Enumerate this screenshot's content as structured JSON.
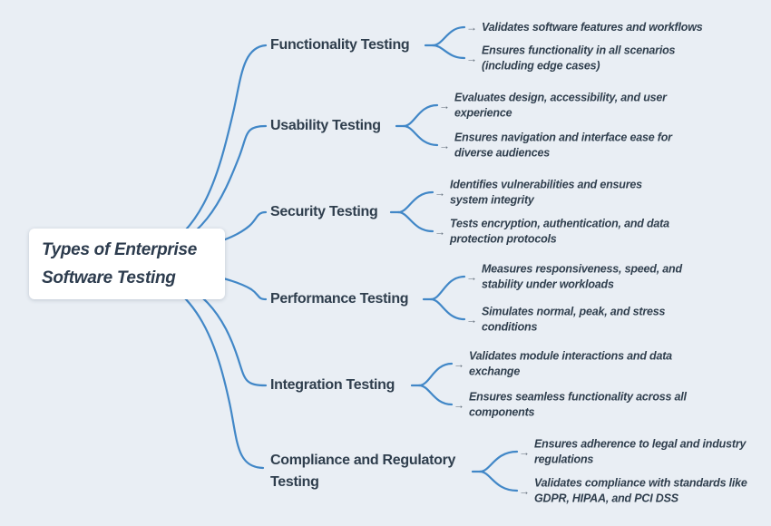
{
  "colors": {
    "background": "#e9eef4",
    "connector_line": "#4187c7",
    "text": "#2f3e4d",
    "arrow": "#5f6b78",
    "root_node_background": "#ffffff"
  },
  "icons": {
    "child_arrow": "→"
  },
  "root": {
    "title": "Types of Enterprise Software Testing"
  },
  "branches": [
    {
      "label": "Functionality Testing",
      "children": [
        {
          "text": "Validates software features and workflows"
        },
        {
          "text": "Ensures functionality in all scenarios (including edge cases)"
        }
      ]
    },
    {
      "label": "Usability Testing",
      "children": [
        {
          "text": "Evaluates design, accessibility, and user experience"
        },
        {
          "text": "Ensures navigation and interface ease for diverse audiences"
        }
      ]
    },
    {
      "label": "Security Testing",
      "children": [
        {
          "text": "Identifies vulnerabilities and ensures system integrity"
        },
        {
          "text": "Tests encryption, authentication, and data protection protocols"
        }
      ]
    },
    {
      "label": "Performance Testing",
      "children": [
        {
          "text": "Measures responsiveness, speed, and stability under workloads"
        },
        {
          "text": "Simulates normal, peak, and stress conditions"
        }
      ]
    },
    {
      "label": "Integration Testing",
      "children": [
        {
          "text": "Validates module interactions and data exchange"
        },
        {
          "text": "Ensures seamless functionality across all components"
        }
      ]
    },
    {
      "label": "Compliance and Regulatory Testing",
      "children": [
        {
          "text": "Ensures adherence to legal and industry regulations"
        },
        {
          "text": "Validates compliance with standards like GDPR, HIPAA, and PCI DSS"
        }
      ]
    }
  ]
}
